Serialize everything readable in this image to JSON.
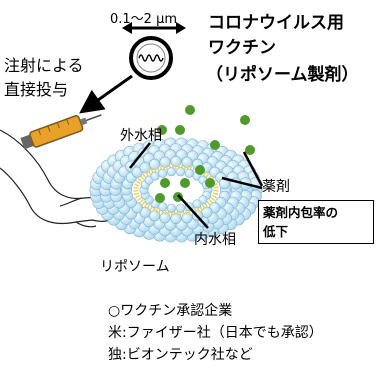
{
  "size_label": "0.1〜2 μm",
  "title": [
    "コロナウイルス用",
    "ワクチン",
    "（リポソーム製剤）"
  ],
  "injection": [
    "注射による",
    "直接投与"
  ],
  "outer_aqueous_label": "外水相",
  "drug_label": "薬剤",
  "inner_aqueous_label": "内水相",
  "liposome_label": "リポソーム",
  "note_box": [
    "薬剤内包率の",
    "低下"
  ],
  "approval": {
    "heading": "○ワクチン承認企業",
    "lines": [
      "米:ファイザー社（日本でも承認）",
      "独:ビオンテック社など"
    ]
  },
  "colors": {
    "drug_dot": "#4f9a2b",
    "liposome_fill": "#b8def2",
    "syringe_body": "#e9a128"
  },
  "icons": [
    "double-arrow-icon",
    "vaccine-particle-icon",
    "syringe-icon",
    "arm-outline",
    "liposome-illustration",
    "drug-dots"
  ]
}
